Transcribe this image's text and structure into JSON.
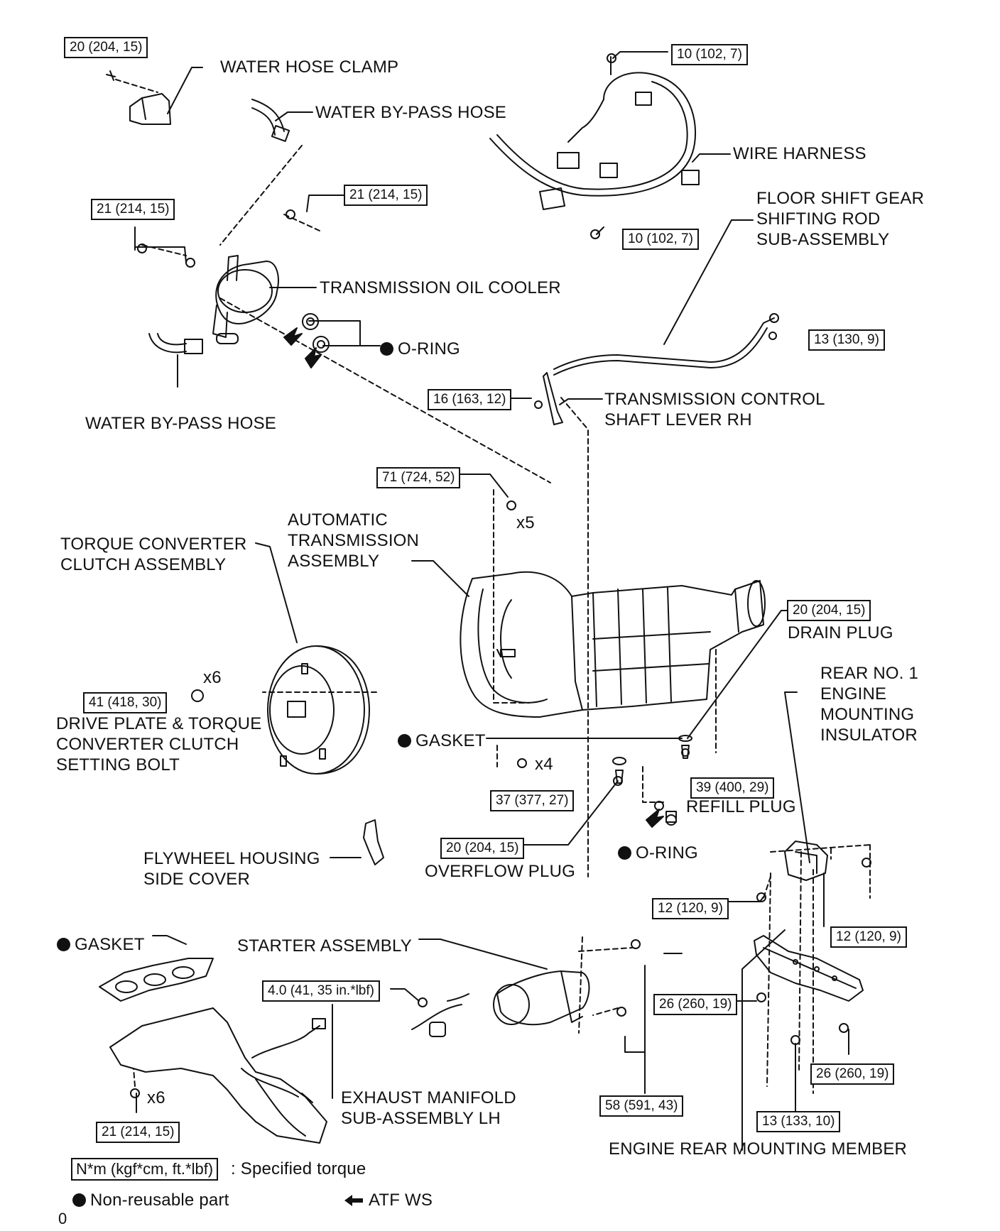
{
  "labels": {
    "water_hose_clamp": "WATER HOSE CLAMP",
    "water_bypass_hose_top": "WATER BY-PASS HOSE",
    "wire_harness": "WIRE HARNESS",
    "floor_shift": "FLOOR SHIFT GEAR\nSHIFTING ROD\nSUB-ASSEMBLY",
    "transmission_oil_cooler": "TRANSMISSION OIL COOLER",
    "o_ring_top": "O-RING",
    "water_bypass_hose_bottom": "WATER BY-PASS HOSE",
    "shaft_lever": "TRANSMISSION CONTROL\nSHAFT LEVER RH",
    "automatic_transmission": "AUTOMATIC\nTRANSMISSION\nASSEMBLY",
    "torque_converter": "TORQUE CONVERTER\nCLUTCH ASSEMBLY",
    "drain_plug": "DRAIN PLUG",
    "rear_insulator": "REAR NO. 1\nENGINE\nMOUNTING\nINSULATOR",
    "drive_plate_bolt": "DRIVE PLATE & TORQUE\nCONVERTER CLUTCH\nSETTING BOLT",
    "gasket_mid": "GASKET",
    "refill_plug": "REFILL PLUG",
    "o_ring_mid": "O-RING",
    "flywheel_cover": "FLYWHEEL HOUSING\nSIDE COVER",
    "overflow_plug": "OVERFLOW PLUG",
    "gasket_bottom": "GASKET",
    "starter": "STARTER ASSEMBLY",
    "exhaust_manifold": "EXHAUST MANIFOLD\nSUB-ASSEMBLY LH",
    "rear_member": "ENGINE REAR MOUNTING MEMBER"
  },
  "multipliers": {
    "x5": "x5",
    "x6_bolt": "x6",
    "x4": "x4",
    "x6_manifold": "x6"
  },
  "torques": {
    "t_clamp": "20 (204, 15)",
    "t_harness_top": "10 (102, 7)",
    "t_cooler_right": "21 (214, 15)",
    "t_cooler_left": "21 (214, 15)",
    "t_harness_bottom": "10 (102, 7)",
    "t_rod": "13 (130, 9)",
    "t_lever": "16 (163, 12)",
    "t_trans_top": "71 (724, 52)",
    "t_drain": "20 (204, 15)",
    "t_drive_plate": "41 (418, 30)",
    "t_refill": "39 (400, 29)",
    "t_housing_x4": "37 (377, 27)",
    "t_overflow": "20 (204, 15)",
    "t_insulator_left": "12 (120, 9)",
    "t_insulator_right": "12 (120, 9)",
    "t_starter_wire": "4.0 (41, 35 in.*lbf)",
    "t_member_left": "26 (260, 19)",
    "t_member_right": "26 (260, 19)",
    "t_manifold": "21 (214, 15)",
    "t_starter_bolts": "58 (591, 43)",
    "t_member_nut": "13 (133, 10)"
  },
  "legend": {
    "unit_box": "N*m (kgf*cm, ft.*lbf)",
    "unit_text": ": Specified torque",
    "nonreusable": "Non-reusable part",
    "atf": "ATF WS",
    "footer_mark": "0"
  },
  "icons": {
    "nonreusable_marker": "filled-circle",
    "apply_marker": "solid-arrow"
  }
}
